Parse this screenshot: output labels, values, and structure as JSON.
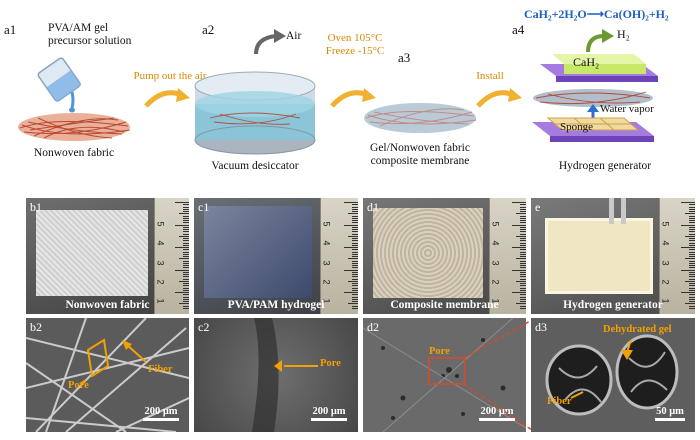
{
  "top": {
    "a1": {
      "tag": "a1",
      "title": "PVA/AM gel\nprecursor solution",
      "caption": "Nonwoven fabric"
    },
    "arrow1": "Pump out the air",
    "a2": {
      "tag": "a2",
      "air": "Air",
      "caption": "Vacuum desiccator"
    },
    "arrow2": "Oven 105°C\nFreeze -15°C",
    "a3": {
      "tag": "a3",
      "caption": "Gel/Nonwoven fabric\ncomposite membrane"
    },
    "arrow3": "Install",
    "a4": {
      "tag": "a4",
      "equation": "CaH₂+2H₂O⟶Ca(OH)₂+H₂",
      "h2": "H₂",
      "cah2": "CaH₂",
      "water_vapor": "Water vapor",
      "sponge": "Sponge",
      "caption": "Hydrogen generator"
    }
  },
  "photos": [
    {
      "tag": "b1",
      "caption": "Nonwoven fabric"
    },
    {
      "tag": "c1",
      "caption": "PVA/PAM hydrogel"
    },
    {
      "tag": "d1",
      "caption": "Composite membrane"
    },
    {
      "tag": "e",
      "caption": "Hydrogen generator"
    }
  ],
  "ruler_numbers": [
    "1",
    "2",
    "3",
    "4",
    "5"
  ],
  "sem": {
    "b2": {
      "tag": "b2",
      "pore": "Pore",
      "fiber": "Fiber",
      "scale": "200 μm"
    },
    "c2": {
      "tag": "c2",
      "pore": "Pore",
      "scale": "200 μm"
    },
    "d2": {
      "tag": "d2",
      "pore": "Pore",
      "scale": "200 μm"
    },
    "d3": {
      "tag": "d3",
      "gel": "Dehydrated gel",
      "fiber": "Fiber",
      "scale": "50 μm"
    }
  },
  "colors": {
    "accent_orange": "#f2a100",
    "arrow_orange": "#f0b030",
    "device_purple": "#8a5bd6",
    "cah2_green": "#c8e86a",
    "equation_blue": "#1f5fbf"
  }
}
